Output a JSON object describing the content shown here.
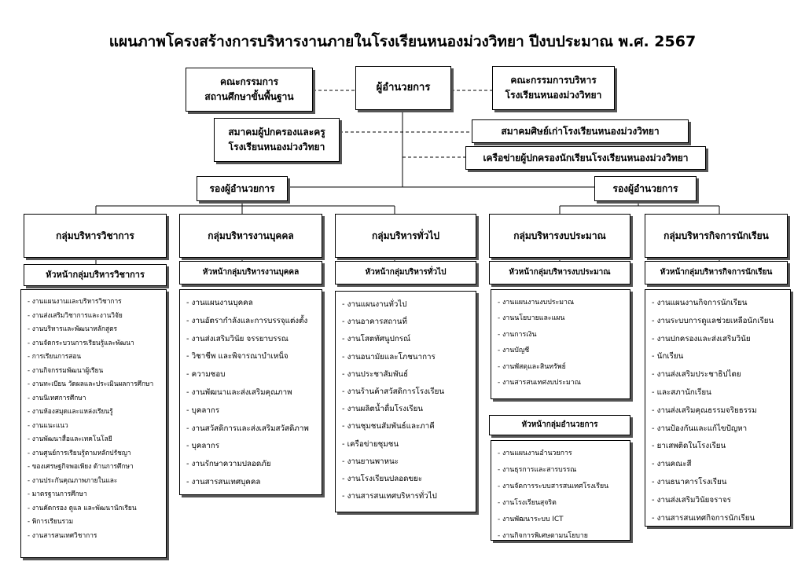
{
  "title": "แผนภาพโครงสร้างการบริหารงานภายในโรงเรียนหนองม่วงวิทยา ปีงบประมาณ พ.ศ. 2567",
  "top": {
    "board_basic": [
      "คณะกรรมการ",
      "สถานศึกษาขั้นพื้นฐาน"
    ],
    "director": "ผู้อำนวยการ",
    "board_admin": [
      "คณะกรรมการบริหาร",
      "โรงเรียนหนองม่วงวิทยา"
    ],
    "parent_teacher": [
      "สมาคมผู้ปกครองและครู",
      "โรงเรียนหนองม่วงวิทยา"
    ],
    "alumni": "สมาคมศิษย์เก่าโรงเรียนหนองม่วงวิทยา",
    "parent_network": "เครือข่ายผู้ปกครองนักเรียนโรงเรียนหนองม่วงวิทยา",
    "deputy_left": "รองผู้อำนวยการ",
    "deputy_right": "รองผู้อำนวยการ"
  },
  "groups": [
    {
      "name": "กลุ่มบริหารวิชาการ",
      "head": "หัวหน้ากลุ่มบริหารวิชาการ",
      "tasks": [
        "งานแผนงานและบริหารวิชาการ",
        "งานส่งเสริมวิชาการและงานวิจัย",
        "งานบริหารและพัฒนาหลักสูตร",
        "งานจัดกระบวนการเรียนรู้และพัฒนา",
        "การเรียนการสอน",
        "งานกิจกรรมพัฒนาผู้เรียน",
        "งานทะเบียน วัดผลและประเมินผลการศึกษา",
        "งานนิเทศการศึกษา",
        "งานห้องสมุดและแหล่งเรียนรู้",
        "งานแนะแนว",
        "งานพัฒนาสื่อและเทคโนโลยี",
        "งานศูนย์การเรียนรู้ตามหลักปรัชญา",
        "ของเศรษฐกิจพอเพียง ด้านการศึกษา",
        "งานประกันคุณภาพภายในและ",
        "มาตรฐานการศึกษา",
        "งานคัดกรอง ดูแล และพัฒนานักเรียน",
        "พิการเรียนรวม",
        "งานสารสนเทศวิชาการ"
      ]
    },
    {
      "name": "กลุ่มบริหารงานบุคคล",
      "head": "หัวหน้ากลุ่มบริหารงานบุคคล",
      "tasks": [
        "งานแผนงานบุคคล",
        "งานอัตรากำลังและการบรรจุแต่งตั้ง",
        "งานส่งเสริมวินัย จรรยาบรรณ",
        "วิชาชีพ และพิจารณาบำเหน็จ",
        "ความชอบ",
        "งานพัฒนาและส่งเสริมคุณภาพ",
        "บุคลากร",
        "งานสวัสดิการและส่งเสริมสวัสดิภาพ",
        "บุคลากร",
        "งานรักษาความปลอดภัย",
        "งานสารสนเทศบุคคล"
      ]
    },
    {
      "name": "กลุ่มบริหารทั่วไป",
      "head": "หัวหน้ากลุ่มบริหารทั่วไป",
      "tasks": [
        "งานแผนงานทั่วไป",
        "งานอาคารสถานที่",
        "งานโสตทัศนูปกรณ์",
        "งานอนามัยและโภชนาการ",
        "งานประชาสัมพันธ์",
        "งานร้านค้าสวัสดิการโรงเรียน",
        "งานผลิตน้ำดื่มโรงเรียน",
        "งานชุมชนสัมพันธ์และภาคี",
        "เครือข่ายชุมชน",
        "งานยานพาหนะ",
        "งานโรงเรียนปลอดขยะ",
        "งานสารสนเทศบริหารทั่วไป"
      ]
    },
    {
      "name": "กลุ่มบริหารงบประมาณ",
      "head": "หัวหน้ากลุ่มบริหารงบประมาณ",
      "tasks": [
        "งานแผนงานงบประมาณ",
        "งานนโยบายและแผน",
        "งานการเงิน",
        "งานบัญชี",
        "งานพัสดุและสินทรัพย์",
        "งานสารสนเทศงบประมาณ"
      ]
    },
    {
      "name": "กลุ่มบริหารกิจการนักเรียน",
      "head": "หัวหน้ากลุ่มบริหารกิจการนักเรียน",
      "tasks": [
        "งานแผนงานกิจการนักเรียน",
        "งานระบบการดูแลช่วยเหลือนักเรียน",
        "งานปกครองและส่งเสริมวินัย",
        "นักเรียน",
        "งานส่งเสริมประชาธิปไตย",
        "และสภานักเรียน",
        "งานส่งเสริมคุณธรรมจริยธรรม",
        "งานป้องกันและแก้ไขปัญหา",
        "ยาเสพติดในโรงเรียน",
        "งานคณะสี",
        "งานธนาคารโรงเรียน",
        "งานส่งเสริมวินัยจราจร",
        "งานสารสนเทศกิจการนักเรียน"
      ]
    }
  ],
  "director_office": {
    "head": "หัวหน้ากลุ่มอำนวยการ",
    "tasks": [
      "งานแผนงานอำนวยการ",
      "งานธุรการและสารบรรณ",
      "งานจัดการระบบสารสนเทศโรงเรียน",
      "งานโรงเรียนสุจริต",
      "งานพัฒนาระบบ ICT",
      "งานกิจการพิเศษตามนโยบาย"
    ]
  }
}
